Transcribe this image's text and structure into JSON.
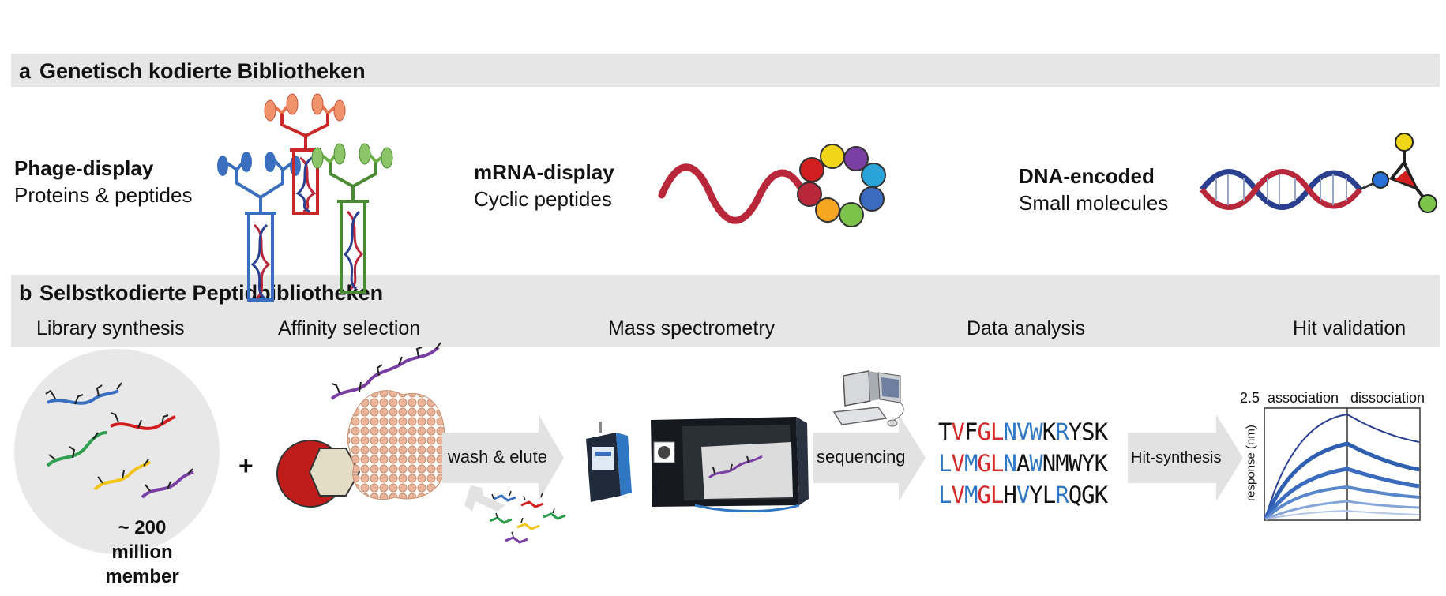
{
  "panel_a": {
    "letter": "a",
    "title": "Genetisch kodierte Bibliotheken",
    "items": [
      {
        "name": "Phage-display",
        "desc": "Proteins & peptides"
      },
      {
        "name": "mRNA-display",
        "desc": "Cyclic peptides"
      },
      {
        "name": "DNA-encoded",
        "desc": "Small molecules"
      }
    ]
  },
  "panel_b": {
    "letter": "b",
    "title": "Selbstkodierte Peptidbibliotheken",
    "steps": [
      "Library synthesis",
      "Affinity selection",
      "Mass spectrometry",
      "Data analysis",
      "Hit validation"
    ],
    "library_count_line1": "~ 200 million",
    "library_count_line2": "member",
    "plus": "+",
    "arrows": [
      "wash & elute",
      "sequencing",
      "Hit-synthesis"
    ],
    "sequences": [
      [
        [
          "T",
          "k"
        ],
        [
          "V",
          "r"
        ],
        [
          "F",
          "k"
        ],
        [
          "G",
          "r"
        ],
        [
          "L",
          "r"
        ],
        [
          "N",
          "b"
        ],
        [
          "V",
          "b"
        ],
        [
          "W",
          "b"
        ],
        [
          "K",
          "k"
        ],
        [
          "R",
          "b"
        ],
        [
          "Y",
          "k"
        ],
        [
          "S",
          "k"
        ],
        [
          "K",
          "k"
        ]
      ],
      [
        [
          "L",
          "b"
        ],
        [
          "V",
          "r"
        ],
        [
          "M",
          "b"
        ],
        [
          "G",
          "r"
        ],
        [
          "L",
          "r"
        ],
        [
          "N",
          "b"
        ],
        [
          "A",
          "k"
        ],
        [
          "W",
          "b"
        ],
        [
          "N",
          "k"
        ],
        [
          "M",
          "k"
        ],
        [
          "W",
          "k"
        ],
        [
          "Y",
          "k"
        ],
        [
          "K",
          "k"
        ]
      ],
      [
        [
          "L",
          "b"
        ],
        [
          "V",
          "r"
        ],
        [
          "M",
          "b"
        ],
        [
          "G",
          "r"
        ],
        [
          "L",
          "r"
        ],
        [
          "H",
          "k"
        ],
        [
          "V",
          "b"
        ],
        [
          "Y",
          "k"
        ],
        [
          "L",
          "k"
        ],
        [
          "R",
          "b"
        ],
        [
          "Q",
          "k"
        ],
        [
          "G",
          "k"
        ],
        [
          "K",
          "k"
        ]
      ]
    ],
    "plot": {
      "ytick": "2.5",
      "ylabel": "response (nm)",
      "phase1": "association",
      "phase2": "dissociation"
    }
  },
  "colors": {
    "phage_blue": "#3a6fbf",
    "phage_red": "#c82828",
    "phage_green": "#4a8a32",
    "dna_blue": "#2a3f8f",
    "dna_red": "#b8283a",
    "arrow_gray": "#e2e2e2"
  }
}
